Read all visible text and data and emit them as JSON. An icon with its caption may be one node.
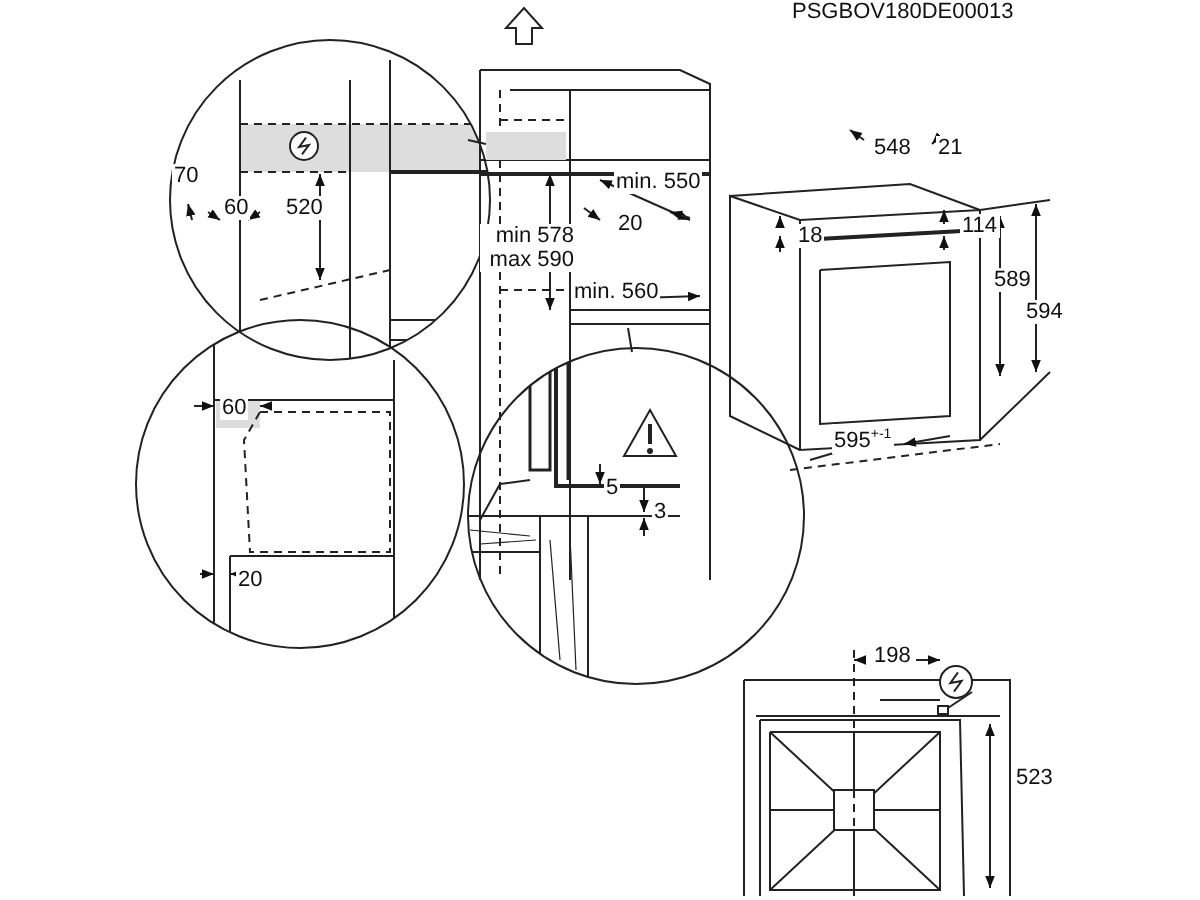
{
  "diagram": {
    "labels": [
      "PSGBOV180DE00013",
      "70",
      "60",
      "520",
      "min. 550",
      "20",
      "min 578 max 590",
      "min. 560",
      "548",
      "21",
      "18",
      "114",
      "589",
      "594",
      "595$^{+-1}$",
      "60",
      "20",
      "5",
      "3",
      "198",
      "523"
    ]
  }
}
